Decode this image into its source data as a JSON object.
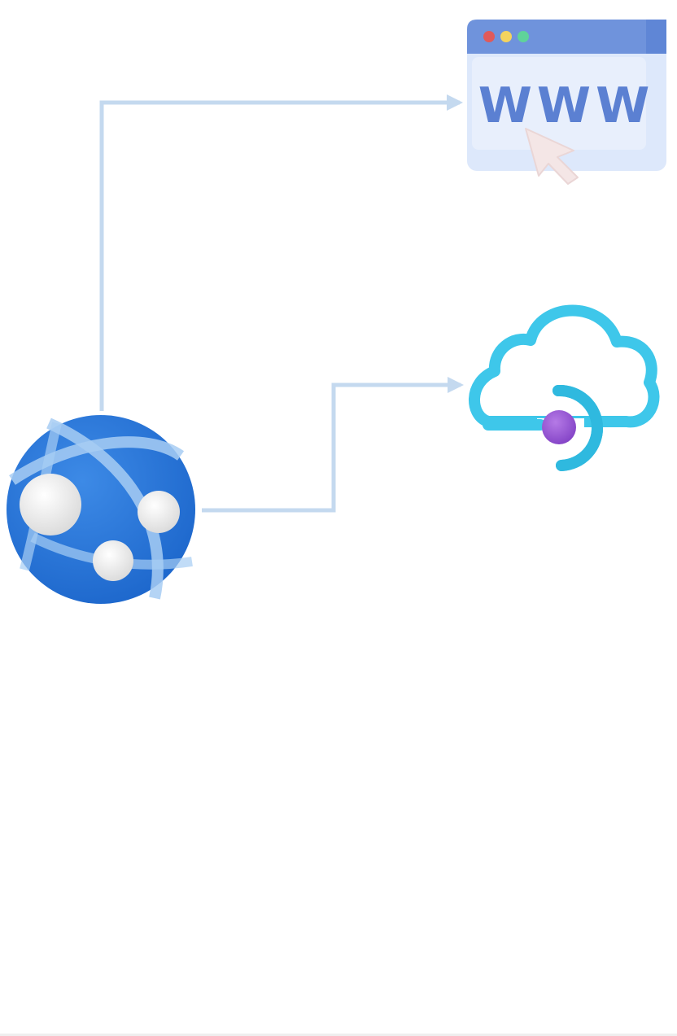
{
  "diagram": {
    "nodes": [
      {
        "id": "web-app",
        "icon": "web-app-globe-icon"
      },
      {
        "id": "website",
        "icon": "browser-www-icon"
      },
      {
        "id": "cloud-service",
        "icon": "cloud-service-icon"
      }
    ],
    "edges": [
      {
        "from": "web-app",
        "to": "website"
      },
      {
        "from": "web-app",
        "to": "cloud-service"
      }
    ]
  },
  "browser_icon": {
    "text": "WWW"
  },
  "colors": {
    "connector": "#c4d9ef",
    "browser_frame": "#6f93dc",
    "browser_titlebar": "#5f86d6",
    "browser_body": "#dde8fb",
    "browser_text": "#5b80d2",
    "dot_red": "#e05a5a",
    "dot_yellow": "#f4d35e",
    "dot_green": "#5fd39a",
    "cursor": "#f2e4e4",
    "cloud": "#3ec7ea",
    "cloud_dot": "#9b59d6",
    "globe": "#2a78d8",
    "globe_light": "#a7cdf3",
    "globe_node": "#f4f4f4"
  }
}
